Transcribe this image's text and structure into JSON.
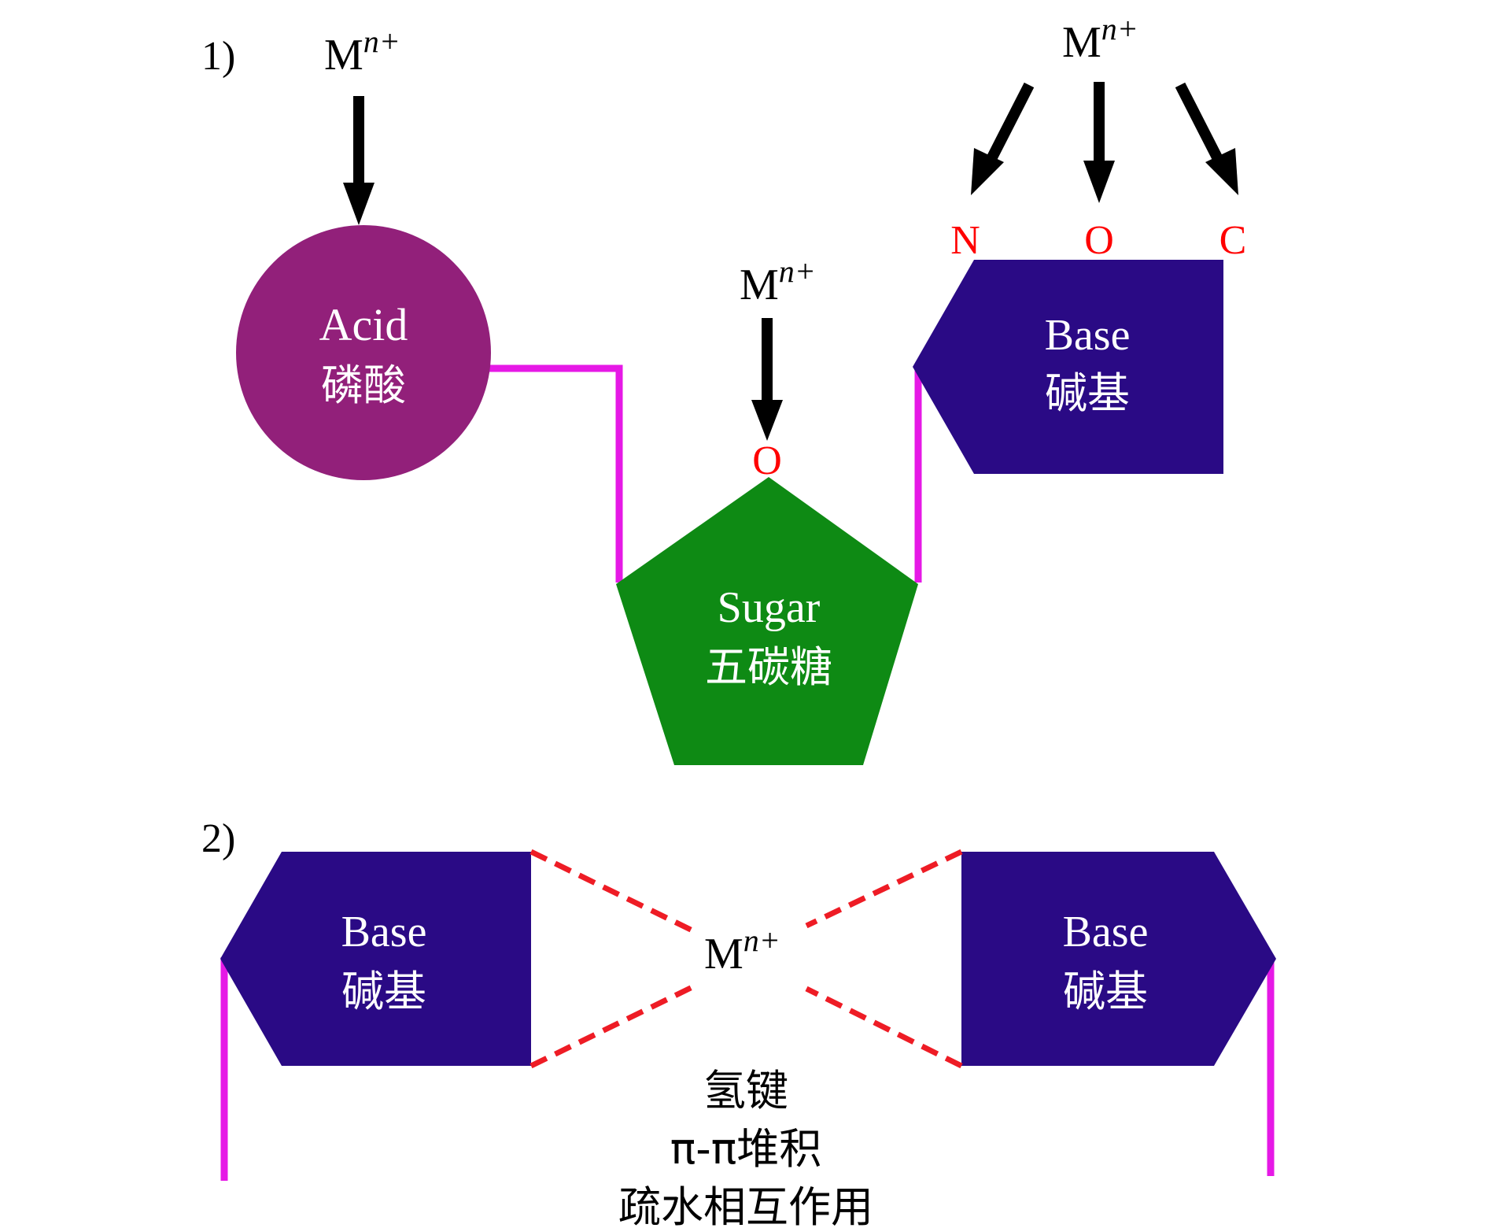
{
  "panel1": {
    "label": "1)",
    "acid": {
      "line1": "Acid",
      "line2": "磷酸"
    },
    "sugar": {
      "line1": "Sugar",
      "line2": "五碳糖"
    },
    "base": {
      "line1": "Base",
      "line2": "碱基"
    },
    "ion_acid": {
      "base": "M",
      "sup": "n+"
    },
    "ion_sugar": {
      "base": "M",
      "sup": "n+"
    },
    "ion_base": {
      "base": "M",
      "sup": "n+"
    },
    "sugar_site": "O",
    "base_sites": [
      "N",
      "O",
      "C"
    ]
  },
  "panel2": {
    "label": "2)",
    "base_left": {
      "line1": "Base",
      "line2": "碱基"
    },
    "base_right": {
      "line1": "Base",
      "line2": "碱基"
    },
    "ion": {
      "base": "M",
      "sup": "n+"
    },
    "interactions": [
      "氢键",
      "π-π堆积",
      "疏水相互作用"
    ]
  },
  "colors": {
    "acid": "#92207a",
    "sugar": "#0e8a14",
    "base": "#2a0a85",
    "backbone": "#e619e6",
    "site": "#ff0000",
    "dashed": "#ee1c25",
    "arrow": "#000000"
  }
}
